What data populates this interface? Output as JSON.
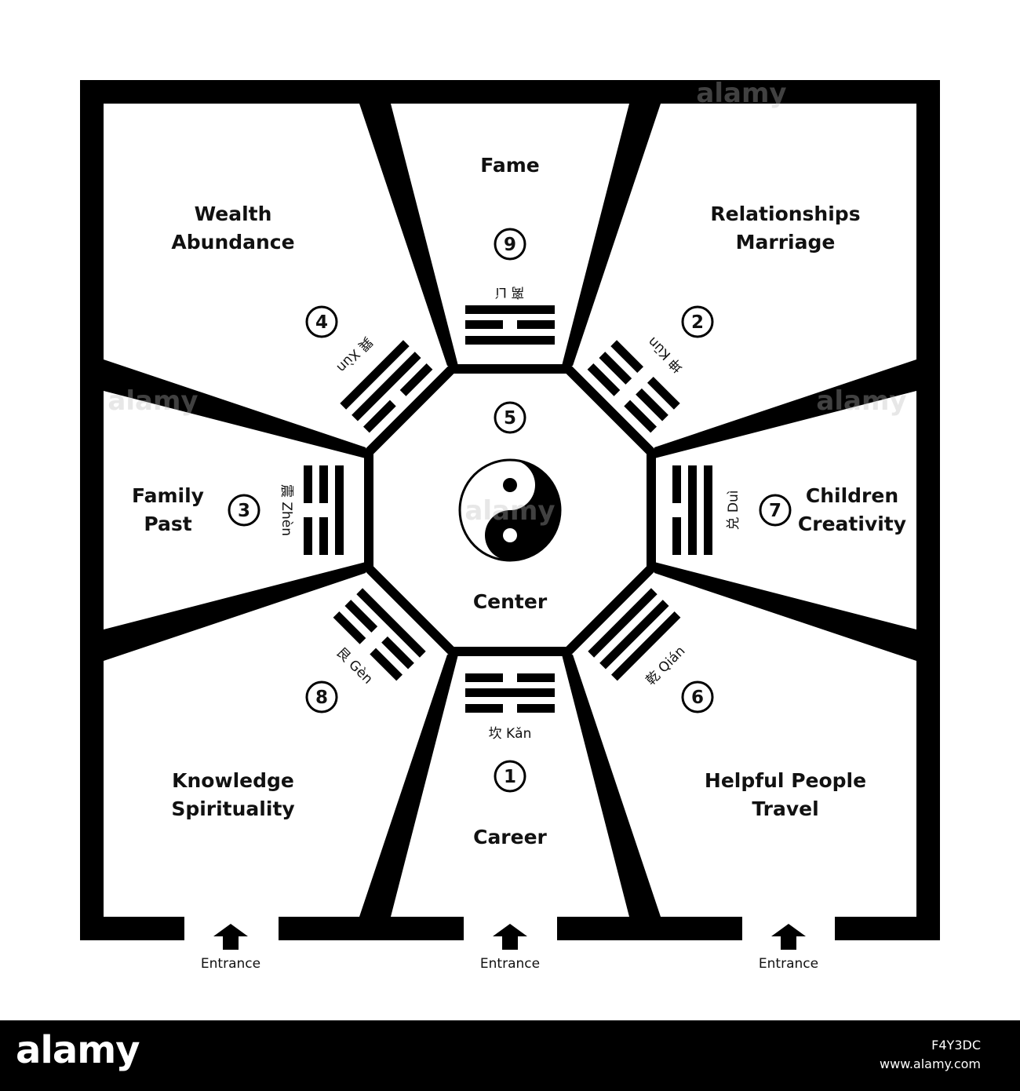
{
  "areas": {
    "fame": {
      "line1": "Fame",
      "number": "9"
    },
    "wealth": {
      "line1": "Wealth",
      "line2": "Abundance",
      "number": "4"
    },
    "relationships": {
      "line1": "Relationships",
      "line2": "Marriage",
      "number": "2"
    },
    "family": {
      "line1": "Family",
      "line2": "Past",
      "number": "3"
    },
    "children": {
      "line1": "Children",
      "line2": "Creativity",
      "number": "7"
    },
    "center": {
      "line1": "Center",
      "number": "5"
    },
    "knowledge": {
      "line1": "Knowledge",
      "line2": "Spirituality",
      "number": "8"
    },
    "helpful": {
      "line1": "Helpful People",
      "line2": "Travel",
      "number": "6"
    },
    "career": {
      "line1": "Career",
      "number": "1"
    }
  },
  "trigrams": {
    "li": "离 Lí",
    "xun": "巽 Xùn",
    "kun": "坤 Kūn",
    "zhen": "震 Zhèn",
    "dui": "兑 Duì",
    "gen": "艮 Gèn",
    "qian": "乾 Qián",
    "kan": "坎 Kǎn"
  },
  "entrances": [
    "Entrance",
    "Entrance",
    "Entrance"
  ],
  "watermark": "alamy",
  "footer": {
    "logo": "alamy",
    "image_id": "F4Y3DC",
    "site": "www.alamy.com"
  }
}
